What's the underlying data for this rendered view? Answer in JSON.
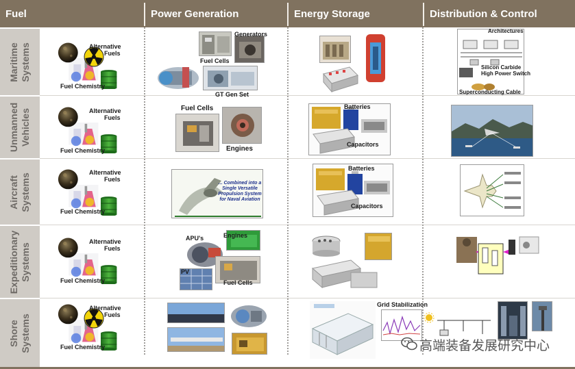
{
  "header": {
    "col_fuel": "Fuel",
    "col_power": "Power Generation",
    "col_storage": "Energy Storage",
    "col_distribution": "Distribution & Control"
  },
  "rows": [
    {
      "label": "Maritime\nSystems"
    },
    {
      "label": "Unmanned\nVehicles"
    },
    {
      "label": "Aircraft\nSystems"
    },
    {
      "label": "Expeditionary\nSystems"
    },
    {
      "label": "Shore\nSystems"
    }
  ],
  "fuel": {
    "alt1": "Alternative",
    "alt2": "Fuels",
    "chemistry": "Fuel Chemistry"
  },
  "power": {
    "generators": "Generators",
    "fuel_cells": "Fuel Cells",
    "gt_gen_set": "GT Gen Set",
    "engines": "Engines",
    "apus": "APU's",
    "pv": "PV",
    "aviation_caption": "... Combined into a Single Versatile Propulsion System for Naval Aviation"
  },
  "storage": {
    "batteries": "Batteries",
    "capacitors": "Capacitors",
    "grid_stabilization": "Grid Stabilization"
  },
  "distribution": {
    "architectures": "Architectures",
    "silicon_carbide": "Silicon Carbide",
    "high_power_switch": "High Power Switch",
    "superconducting_cable": "Superconducting Cable"
  },
  "watermark": "高端装备发展研究中心",
  "colors": {
    "header_bg": "#80725f",
    "rowlabel_bg": "#cfcbc5",
    "barrel_green": "#2f8f2a",
    "nuclear_yellow": "#f2d40a",
    "magenta": "#e020c8"
  }
}
